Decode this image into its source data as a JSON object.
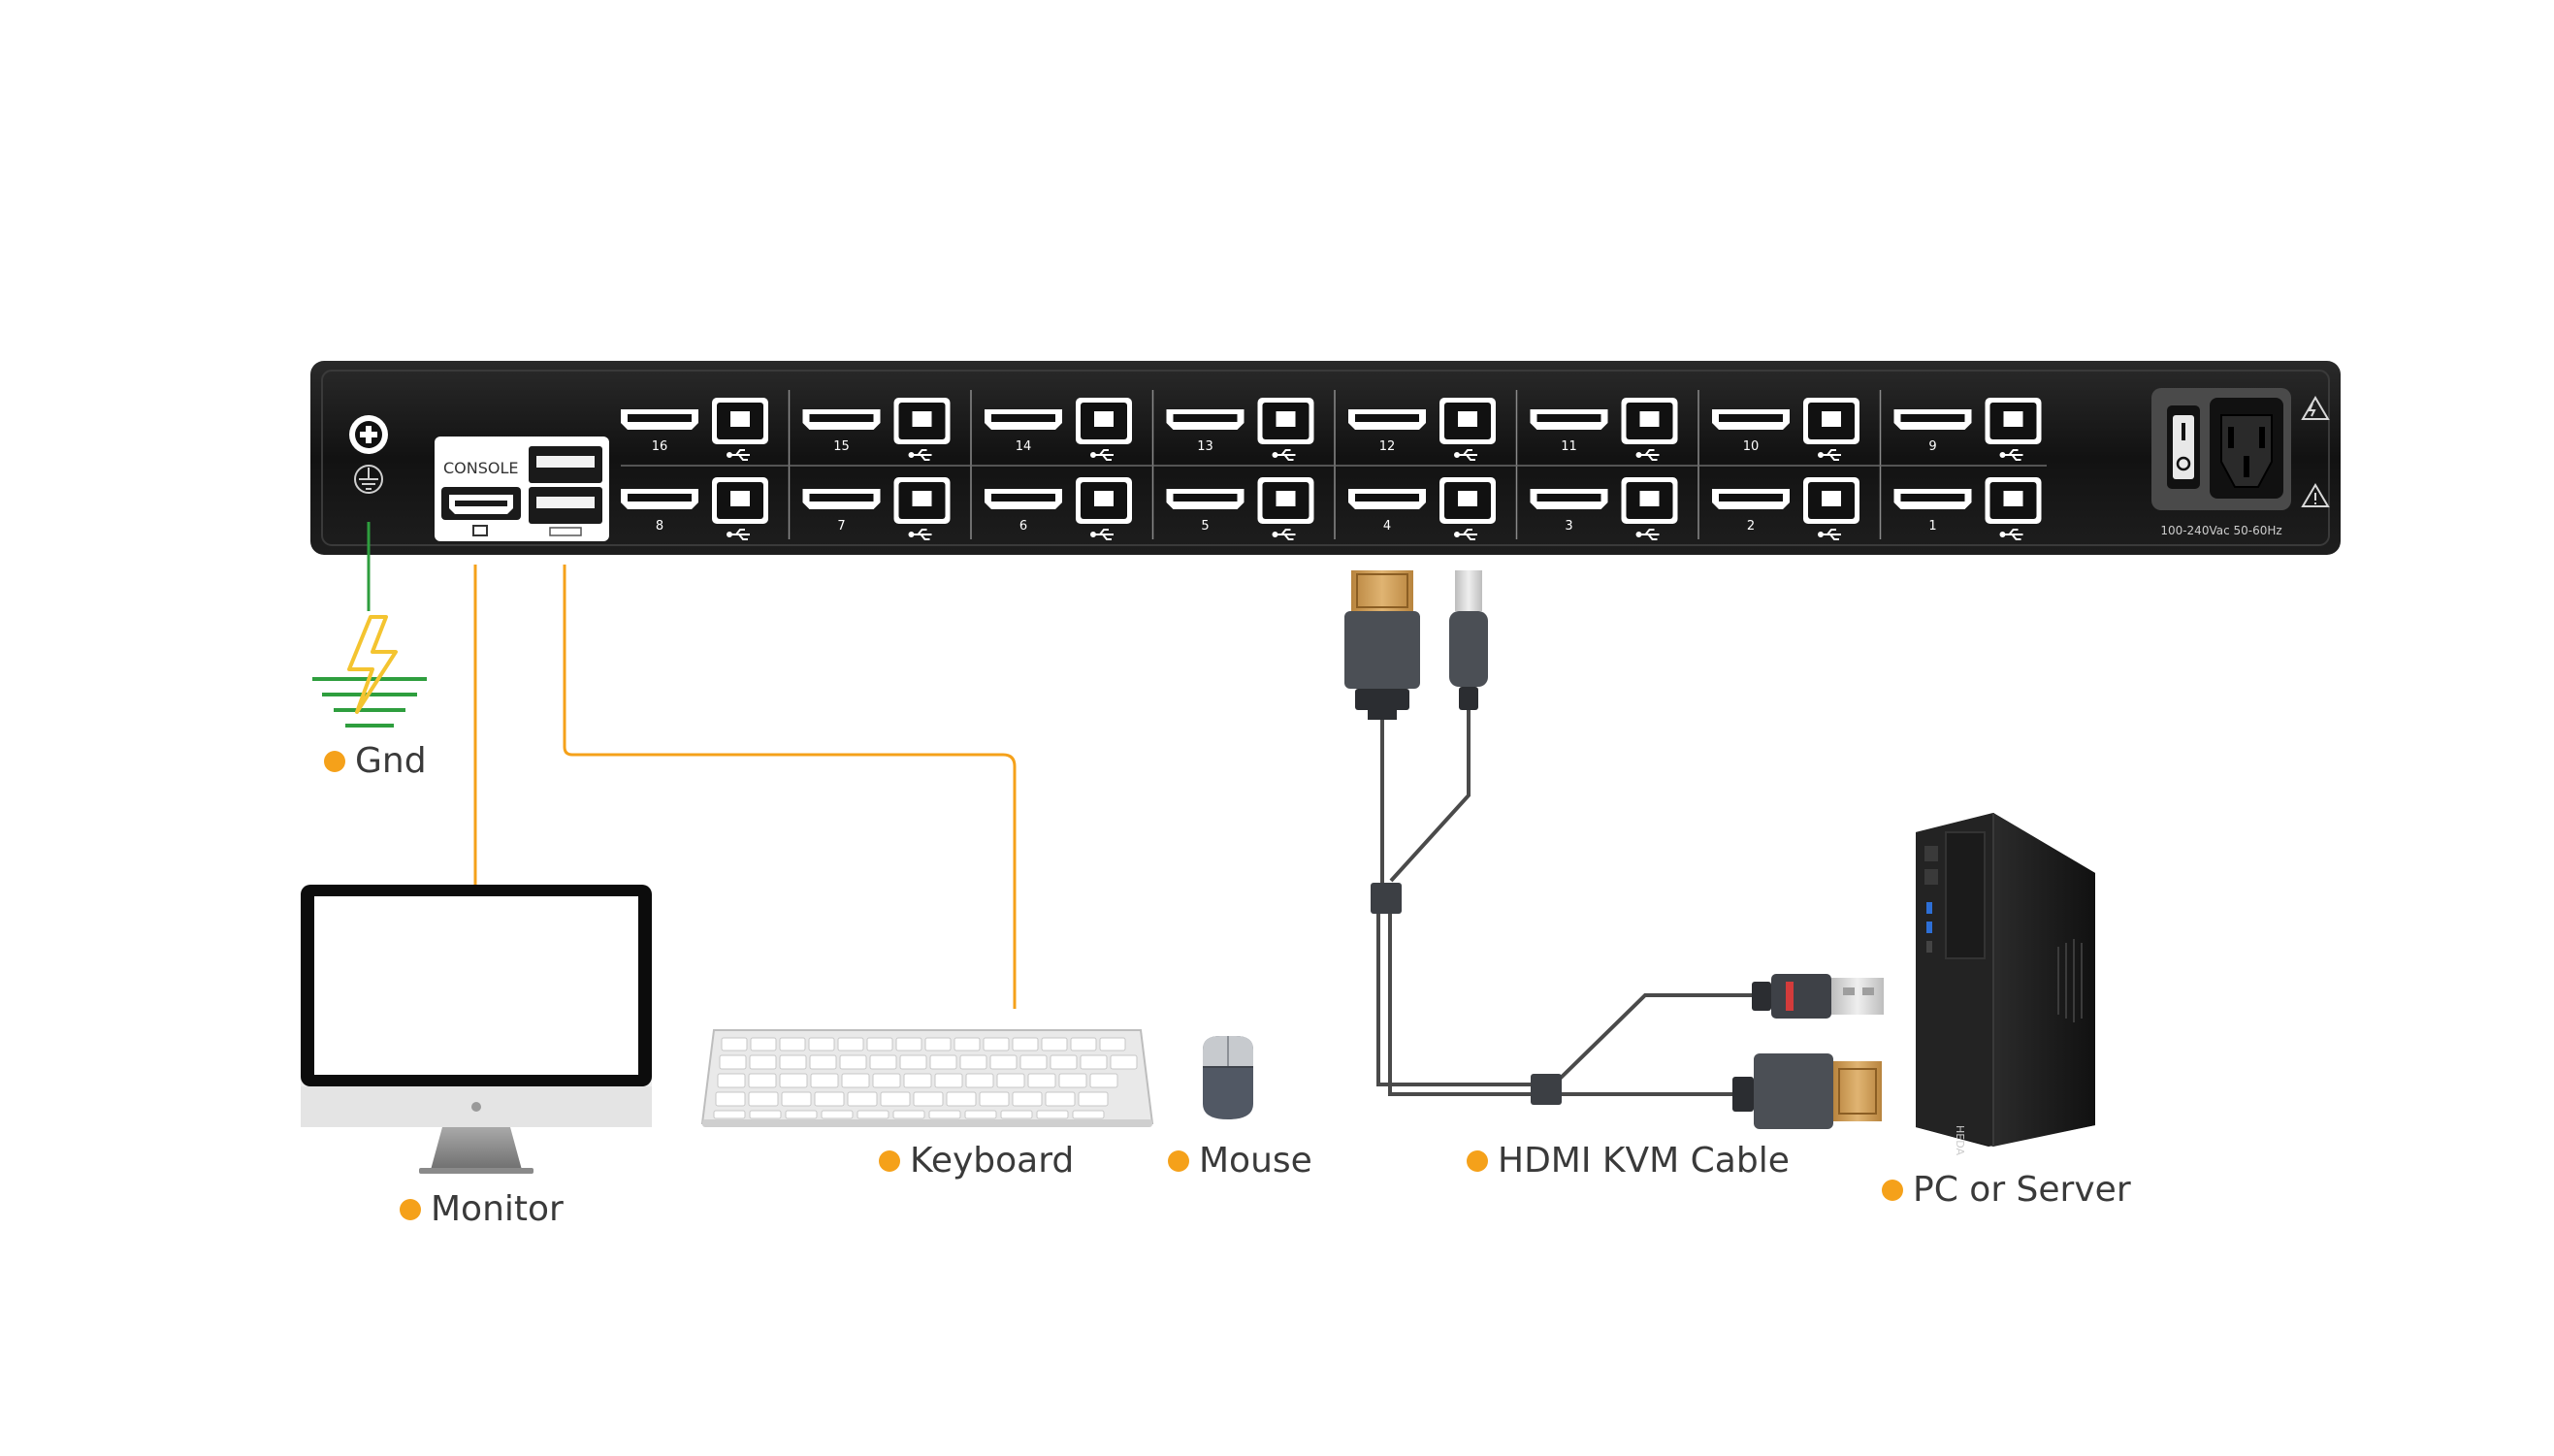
{
  "colors": {
    "accent": "#f5a11a",
    "ground": "#2e9e3e",
    "lightning": "#f4c430",
    "chassis": "#1a1a1a",
    "cable": "#555555"
  },
  "kvm": {
    "console_label": "CONSOLE",
    "port_numbers_top": [
      "16",
      "15",
      "14",
      "13",
      "12",
      "11",
      "10",
      "9"
    ],
    "port_numbers_bottom": [
      "8",
      "7",
      "6",
      "5",
      "4",
      "3",
      "2",
      "1"
    ],
    "power_rating": "100-240Vac 50-60Hz",
    "icons": [
      "ground-terminal-icon",
      "earth-icon",
      "hdmi-port-icon",
      "usb-port-icon",
      "usb-symbol-icon",
      "power-switch-icon",
      "iec-inlet-icon",
      "warning-triangle-icon"
    ]
  },
  "labels": {
    "gnd": "Gnd",
    "monitor": "Monitor",
    "keyboard": "Keyboard",
    "mouse": "Mouse",
    "cable": "HDMI KVM Cable",
    "pc": "PC or Server"
  },
  "pc_brand": "HEDA"
}
